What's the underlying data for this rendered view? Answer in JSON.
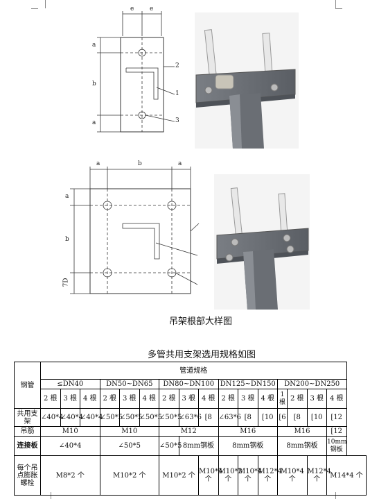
{
  "drawing1": {
    "dim_top": [
      "e",
      "e"
    ],
    "dim_left": [
      "a",
      "b",
      "a"
    ],
    "callouts": [
      "2",
      "1",
      "3"
    ]
  },
  "drawing2": {
    "dim_top": [
      "a",
      "b",
      "a"
    ],
    "dim_left": [
      "a",
      "b",
      "7D"
    ]
  },
  "caption": "吊架根部大样图",
  "table_title": "多管共用支架选用规格如图",
  "table": {
    "header": {
      "pipe": "钢管",
      "spec_group": "管道规格",
      "groups": [
        "≤DN40",
        "DN50~DN65",
        "DN80~DN100",
        "DN125~DN150",
        "DN200~DN250"
      ]
    },
    "counts": [
      [
        "2 根",
        "3 根",
        "4 根"
      ],
      [
        "2 根",
        "3 根",
        "4 根"
      ],
      [
        "2 根",
        "3 根",
        "4 根"
      ],
      [
        "2 根",
        "3 根",
        "4 根"
      ],
      [
        "1根",
        "2 根",
        "3 根",
        "4 根"
      ]
    ],
    "rows": {
      "support": {
        "label": "共用支架",
        "cells": [
          "∠40*4",
          "∠40*4",
          "∠40*4",
          "∠50*5",
          "∠50*5",
          "∠50*5",
          "∠50*5",
          "∠63*6",
          "[8",
          "∠63*6",
          "[8",
          "[10",
          "[6",
          "[8",
          "[10",
          "[12"
        ]
      },
      "rod": {
        "label": "吊筋",
        "cells": [
          "M10",
          "M10",
          "M12",
          "M16",
          "M16",
          "[12"
        ]
      },
      "plate": {
        "label": "连接板",
        "cells": [
          "∠40*4",
          "∠50*5",
          "∠50*5",
          "8mm钢板",
          "8mm钢板",
          "8mm钢板",
          "10mm钢板"
        ]
      },
      "bolt": {
        "label": "每个吊点膨胀螺栓",
        "cells": [
          "M8*2 个",
          "M10*2 个",
          "M10*2 个",
          "M10*4 个",
          "M10*2 个",
          "M10*4 个",
          "M12*4 个",
          "M10*4 个",
          "M12*4 个",
          "M14*4 个"
        ]
      }
    }
  }
}
